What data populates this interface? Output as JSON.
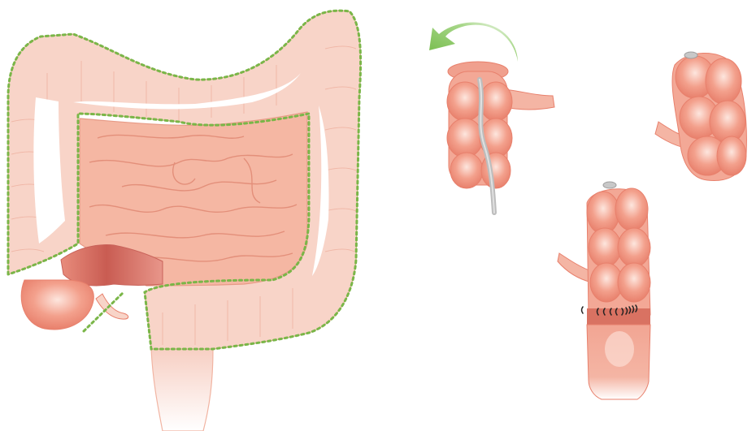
{
  "figure": {
    "panels": [
      {
        "id": "anatomy",
        "name": "colon-and-small-intestine-anatomy"
      },
      {
        "id": "step1",
        "name": "mobilized-colon-segment-with-rotation"
      },
      {
        "id": "step2",
        "name": "closed-colon-pouch"
      },
      {
        "id": "step3",
        "name": "sutured-anastomosis"
      }
    ],
    "icons": [
      "rotation-arrow-icon",
      "resection-line-icon",
      "suture-line-icon"
    ],
    "colors": {
      "colon_light": "#f8d4c8",
      "colon_outline": "#f1b4a2",
      "small_intestine": "#f5b7a3",
      "small_intestine_line": "#e79a86",
      "vivid_segment": "#f08f7a",
      "vivid_highlight": "#fde4dc",
      "cecum_dark": "#d4675a",
      "resection_dash": "#7ab648",
      "arrow": "#7dbf4f",
      "probe": "#bdbdbd",
      "suture": "#222222"
    }
  }
}
